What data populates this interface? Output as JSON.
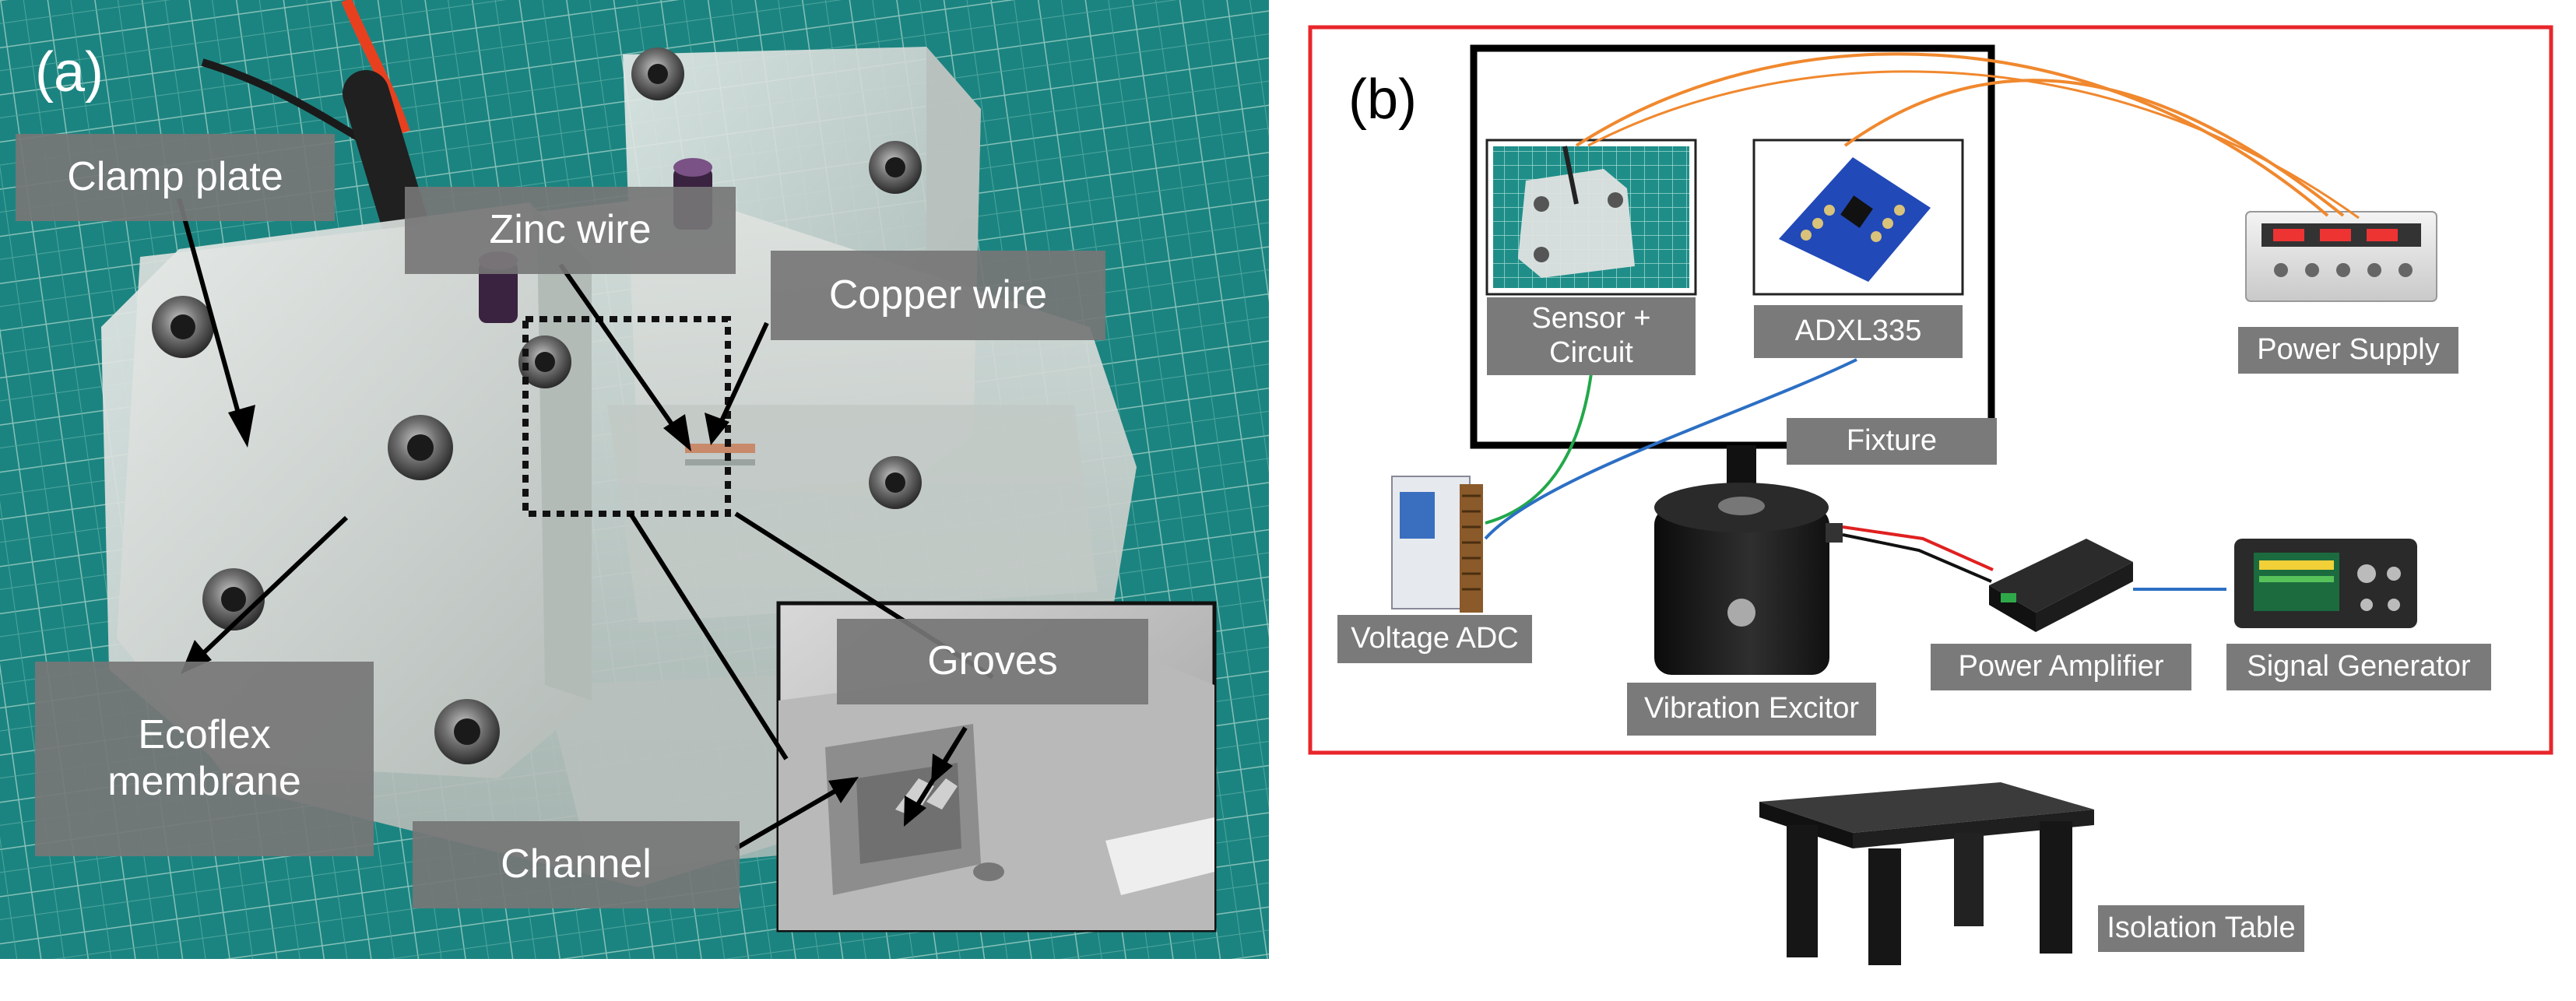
{
  "panel_a": {
    "letter": "(a)",
    "labels": {
      "clamp_plate": "Clamp plate",
      "zinc_wire": "Zinc wire",
      "copper_wire": "Copper wire",
      "ecoflex": "Ecoflex\nmembrane",
      "channel": "Channel",
      "groves": "Groves"
    }
  },
  "panel_b": {
    "letter": "(b)",
    "labels": {
      "sensor_circuit": "Sensor +\nCircuit",
      "adxl": "ADXL335",
      "power_supply": "Power Supply",
      "fixture": "Fixture",
      "voltage_adc": "Voltage ADC",
      "vibration_excitor": "Vibration Excitor",
      "power_amplifier": "Power Amplifier",
      "signal_generator": "Signal Generator",
      "isolation_table": "Isolation Table"
    }
  },
  "colors": {
    "panel_b_border": "#e8262b",
    "orange_wire": "#f0882e",
    "green_wire": "#22a84a",
    "blue_wire": "#2c6fc4",
    "red_wire": "#e02020",
    "label_bg": "#767676",
    "mat_teal": "#1e8a86"
  }
}
